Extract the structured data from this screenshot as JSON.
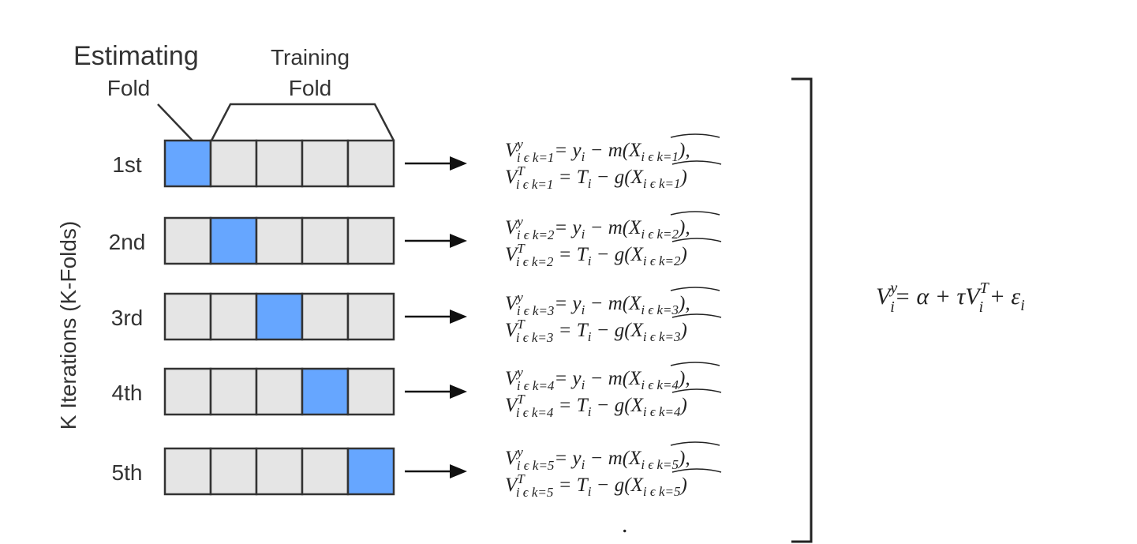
{
  "labels": {
    "estimating": "Estimating",
    "estimating_fold": "Fold",
    "training": "Training",
    "training_fold": "Fold",
    "y_axis": "K Iterations (K-Folds)"
  },
  "colors": {
    "estimating_fill": "#66A6FF",
    "training_fill": "#E5E5E5",
    "stroke": "#333333"
  },
  "fold_count": 5,
  "iterations": [
    {
      "label": "1st",
      "estimating_index": 0,
      "k": "1"
    },
    {
      "label": "2nd",
      "estimating_index": 1,
      "k": "2"
    },
    {
      "label": "3rd",
      "estimating_index": 2,
      "k": "3"
    },
    {
      "label": "4th",
      "estimating_index": 3,
      "k": "4"
    },
    {
      "label": "5th",
      "estimating_index": 4,
      "k": "5"
    }
  ],
  "formula_parts": {
    "V": "V",
    "y_sup": "y",
    "T_sup": "T",
    "i_sub": "i",
    "i_in_k": "i ϵ k=",
    "eq_y_rhs": "= y",
    "minus_m": " − m(",
    "X": "X",
    "close_comma": "),",
    "eq_T_rhs": " = T",
    "minus_g": " − g(",
    "close": ")"
  },
  "final_equation": {
    "V": "V",
    "i": "i",
    "y": "y",
    "eq": "= α + τV",
    "T": "T",
    "plus_eps": " + ε",
    "i_end": "i"
  },
  "dot": "."
}
